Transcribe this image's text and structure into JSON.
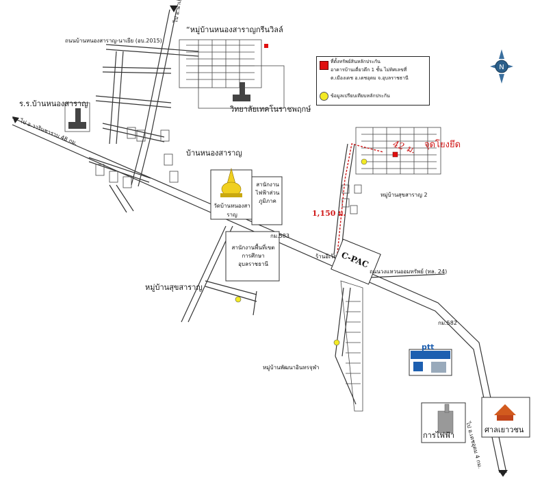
{
  "labels": {
    "green_village": "“หมู่บ้านหนองสาราญกรีนวิลล์",
    "road_nongsaran": "ถนนบ้านหนองสาราญ-นาเยีย (อบ.2015)",
    "road_ub2050": "ไป อ.นาเยีย",
    "school": "ร.ร.บ้านหนองสาราญ",
    "college": "วิทยาลัยเทคโนราชพฤกษ์",
    "village_nongsaran": "บ้านหนองสาราญ",
    "road_warin": "ไป อ.วารินชาราบ 48 กม.",
    "temple": "วัดบ้านหนองสาราญ",
    "pea": "สานักงานไฟฟ้าส่วนภูมิภาค",
    "km583": "กม.583",
    "shop": "ร้านอีเว้ย",
    "edu_office": "สานักงานพื้นที่เขตการศึกษาอุบลราชธานี",
    "village_suk": "หมู่บ้านสุขสาราญ",
    "cpac": "C-PAC",
    "ring_road": "ถนนวงแหวนออมทรัพย์ (ทล. 24)",
    "village_suk_small": "หมู่บ้านสุขสาราญ 2",
    "dist_42": "42 ม.",
    "landmark": "จุดโยงยึด",
    "dist_1150": "1,150 ม.",
    "km582": "กม.582",
    "village_phanom": "หมู่บ้านพัฒนาอินทรจุฬา",
    "ptt": "ptt",
    "kanfaifa": "การไฟฟ้า",
    "salayao": "ศาลเยาวชน",
    "to_det": "ไป อ.เดชอุดม 4 กม."
  },
  "legend": {
    "red_line1": "ที่ตั้งทรัพย์สินหลักประกัน",
    "red_line2": "อาคารบ้านเดี่ยวตึก 1 ชั้น ไม่ทิศเลขที่",
    "red_line3": "ต.เมืองเดช อ.เดชอุดม จ.อุบลราชธานี",
    "yellow": "ข้อมูลเปรียบเทียบหลักประกัน"
  },
  "compass": {
    "letter": "N"
  },
  "colors": {
    "subject": "#e01010",
    "route": "#d01818",
    "compare": "#f3ea25",
    "road": "#333333"
  }
}
